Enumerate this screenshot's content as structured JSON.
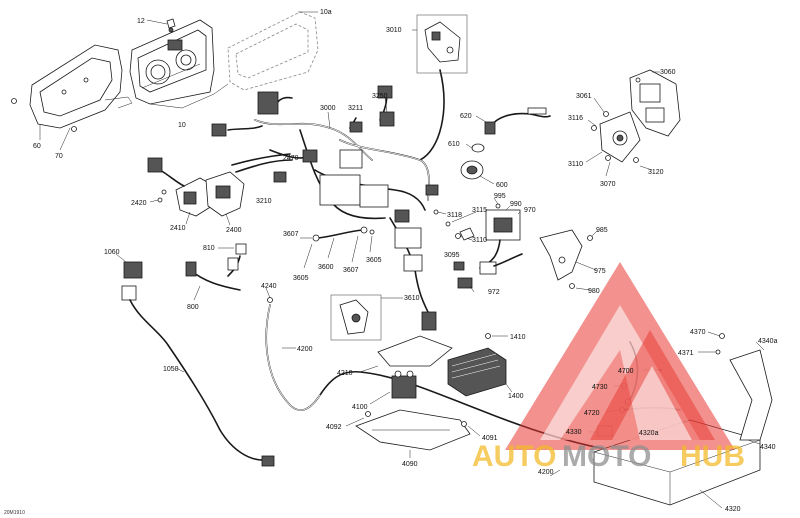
{
  "diagram_code": "20M1910",
  "watermark": {
    "text_a": "AUTO",
    "text_b": "MOTO",
    "text_c": "HUB",
    "color_primary": "#f3b92a",
    "color_secondary": "#8f8f8f",
    "logo_color": "#e8362f"
  },
  "labels": {
    "l12": "12",
    "l10a": "10a",
    "l3010": "3010",
    "l3060": "3060",
    "l60": "60",
    "l70": "70",
    "l10": "10",
    "l3000": "3000",
    "l3211": "3211",
    "l3250": "3250",
    "l620": "620",
    "l610": "610",
    "l600": "600",
    "l3061": "3061",
    "l3116": "3116",
    "l3110": "3110",
    "l3070": "3070",
    "l3120": "3120",
    "l2470": "2470",
    "l3210": "3210",
    "l2420": "2420",
    "l2410": "2410",
    "l2400": "2400",
    "l3118": "3118",
    "l3115": "3115",
    "l995": "995",
    "l990": "990",
    "l970": "970",
    "l3110b": "3110",
    "l985": "985",
    "l975": "975",
    "l980": "980",
    "l3607a": "3607",
    "l3605a": "3605",
    "l3600": "3600",
    "l3607b": "3607",
    "l3605b": "3605",
    "l1060": "1060",
    "l810": "810",
    "l800": "800",
    "l4240": "4240",
    "l3095": "3095",
    "l972": "972",
    "l3610": "3610",
    "l1410": "1410",
    "l1050": "1050",
    "l4200a": "4200",
    "l4210": "4210",
    "l1400": "1400",
    "l4100": "4100",
    "l4092": "4092",
    "l4091": "4091",
    "l4090": "4090",
    "l4370": "4370",
    "l4371": "4371",
    "l4340a": "4340a",
    "l4700": "4700",
    "l4730": "4730",
    "l4720": "4720",
    "l4330": "4330",
    "l4320a": "4320a",
    "l4340": "4340",
    "l4200b": "4200",
    "l4320": "4320"
  }
}
